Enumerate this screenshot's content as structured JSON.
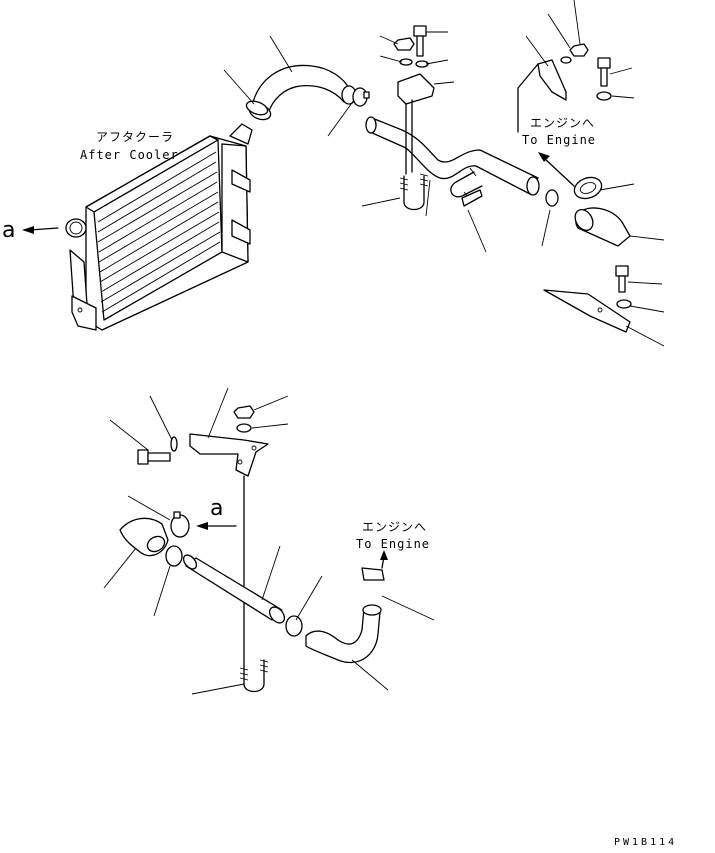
{
  "labels": {
    "after_cooler_jp": "アフタクーラ",
    "after_cooler_en": "After Cooler",
    "to_engine_jp_top": "エンジンへ",
    "to_engine_en_top": "To Engine",
    "to_engine_jp_bottom": "エンジンへ",
    "to_engine_en_bottom": "To Engine",
    "ref_a_left": "a",
    "ref_a_bottom": "a",
    "drawing_code": "PW1B114"
  },
  "colors": {
    "line": "#000000",
    "background": "#ffffff"
  }
}
